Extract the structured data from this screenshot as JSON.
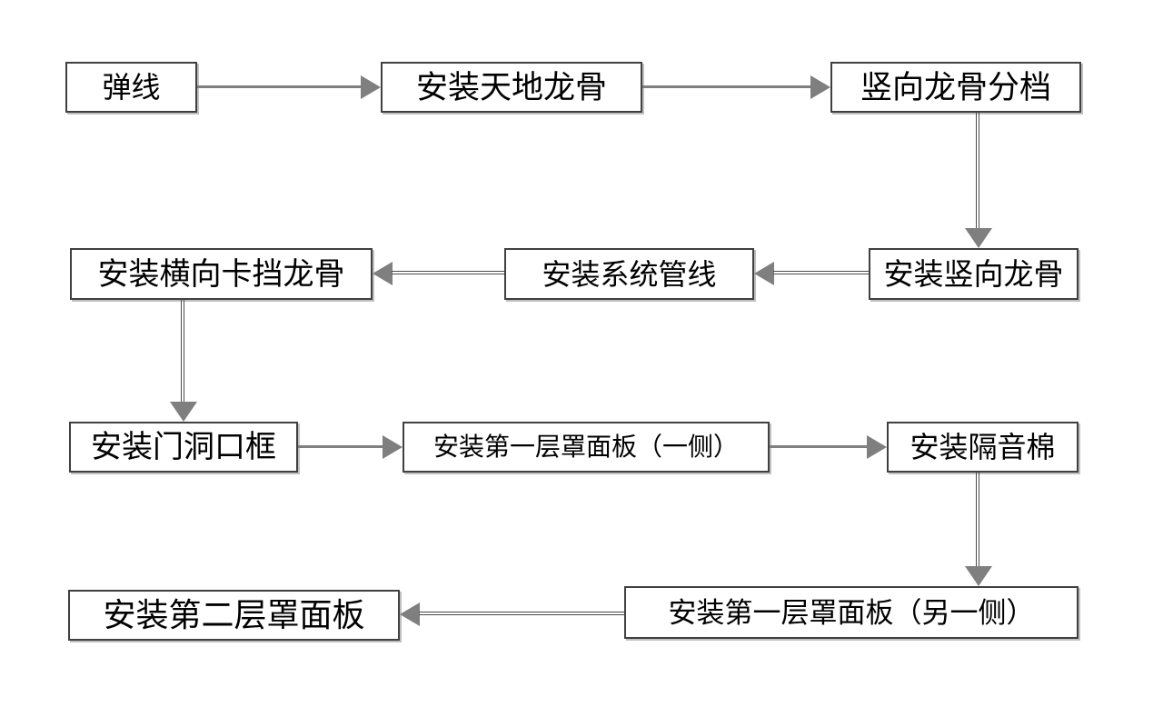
{
  "page": {
    "background": "#ffffff"
  },
  "diagram": {
    "type": "flowchart",
    "description": "Partition wall stud installation process flow, boustrophedon layout (right, then left, then right, then left)",
    "colors": {
      "box_fill": "#ffffff",
      "box_border": "#404040",
      "box_shadow": "#c0c0c0",
      "text": "#000000",
      "single_line": "#7f7f7f",
      "double_line": "#4a4a4a",
      "arrowhead": "#7f7f7f"
    }
  },
  "nodes": [
    {
      "id": "snap-line",
      "label": "弹线"
    },
    {
      "id": "install-top-bottom-track",
      "label": "安装天地龙骨"
    },
    {
      "id": "vertical-stud-spacing",
      "label": "竖向龙骨分档"
    },
    {
      "id": "install-vertical-studs",
      "label": "安装竖向龙骨"
    },
    {
      "id": "install-system-pipelines",
      "label": "安装系统管线"
    },
    {
      "id": "install-horizontal-blocking-studs",
      "label": "安装横向卡挡龙骨"
    },
    {
      "id": "install-door-opening-frame",
      "label": "安装门洞口框"
    },
    {
      "id": "install-first-layer-panel-one-side",
      "label": "安装第一层罩面板（一侧）"
    },
    {
      "id": "install-sound-insulation",
      "label": "安装隔音棉"
    },
    {
      "id": "install-first-layer-panel-other-side",
      "label": "安装第一层罩面板（另一侧）"
    },
    {
      "id": "install-second-layer-panel",
      "label": "安装第二层罩面板"
    }
  ],
  "edges": [
    {
      "from": "snap-line",
      "to": "install-top-bottom-track",
      "direction": "right",
      "line_style": "single"
    },
    {
      "from": "install-top-bottom-track",
      "to": "vertical-stud-spacing",
      "direction": "right",
      "line_style": "single"
    },
    {
      "from": "vertical-stud-spacing",
      "to": "install-vertical-studs",
      "direction": "down",
      "line_style": "double"
    },
    {
      "from": "install-vertical-studs",
      "to": "install-system-pipelines",
      "direction": "left",
      "line_style": "double"
    },
    {
      "from": "install-system-pipelines",
      "to": "install-horizontal-blocking-studs",
      "direction": "left",
      "line_style": "double"
    },
    {
      "from": "install-horizontal-blocking-studs",
      "to": "install-door-opening-frame",
      "direction": "down",
      "line_style": "double"
    },
    {
      "from": "install-door-opening-frame",
      "to": "install-first-layer-panel-one-side",
      "direction": "right",
      "line_style": "single"
    },
    {
      "from": "install-first-layer-panel-one-side",
      "to": "install-sound-insulation",
      "direction": "right",
      "line_style": "single"
    },
    {
      "from": "install-sound-insulation",
      "to": "install-first-layer-panel-other-side",
      "direction": "down",
      "line_style": "double"
    },
    {
      "from": "install-first-layer-panel-other-side",
      "to": "install-second-layer-panel",
      "direction": "left",
      "line_style": "double"
    }
  ]
}
